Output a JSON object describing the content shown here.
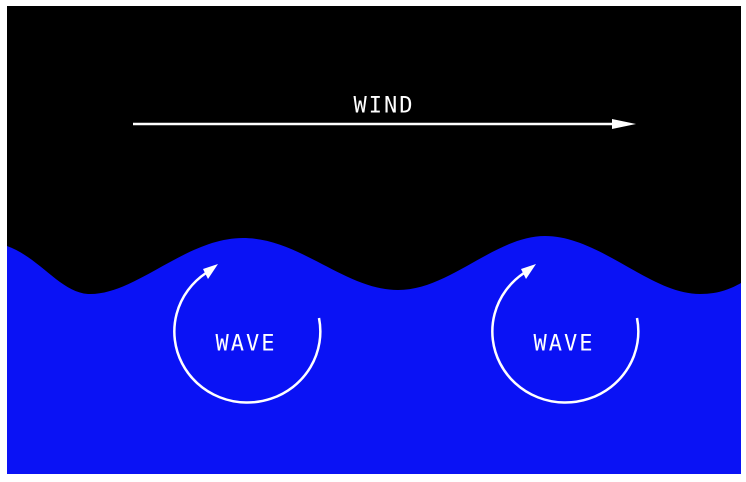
{
  "wind": {
    "label": "WIND"
  },
  "waves": [
    {
      "label": "WAVE"
    },
    {
      "label": "WAVE"
    }
  ],
  "colors": {
    "sky": "#000000",
    "water": "#0a12f5",
    "line": "#ffffff",
    "frame": "#ffffff"
  }
}
